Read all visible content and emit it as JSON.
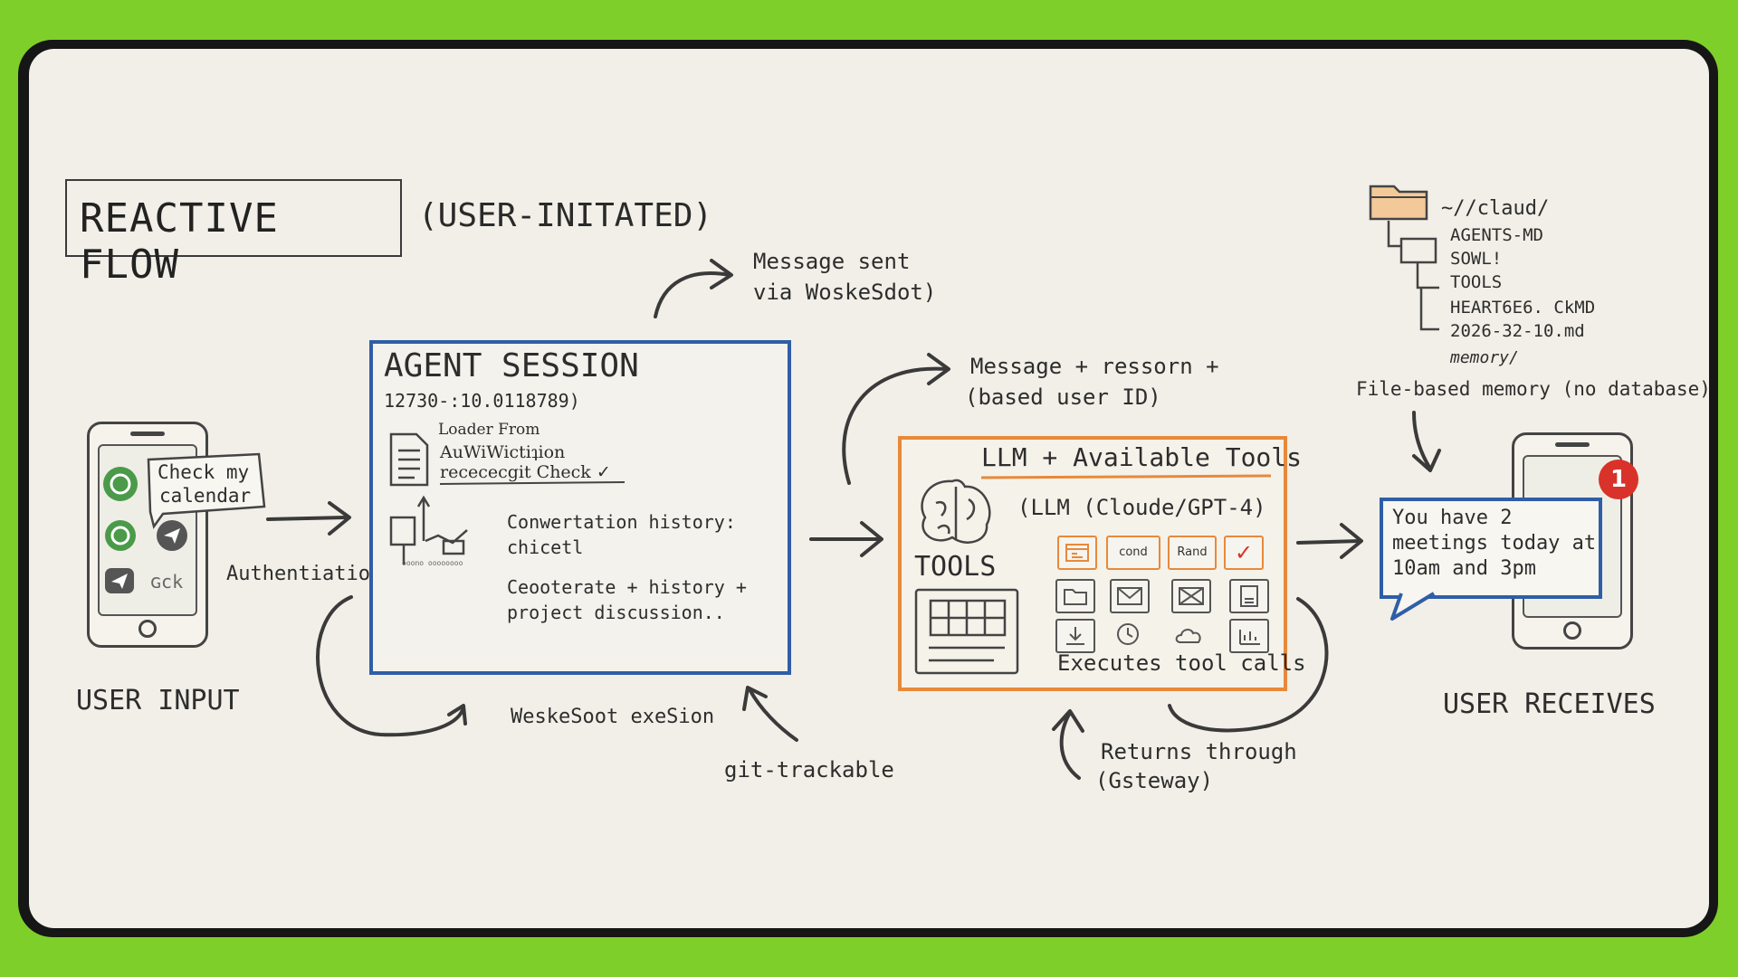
{
  "title": "REACTIVE FLOW",
  "subtitle": "(USER-INITATED)",
  "user_input": {
    "label": "USER INPUT",
    "bubble": [
      "Check my",
      "calendar"
    ],
    "icon_label": "ɢck"
  },
  "arrows": {
    "authentication": "Authentiation",
    "message_sent": [
      "Message sent",
      "via WoskeSdot)"
    ],
    "websocket_session": "WeskeSoot exeSion",
    "git_trackable": "git-trackable",
    "message_person": [
      "Message + ressorn +",
      "(based user ID)"
    ],
    "returns_gateway": [
      "Returns through",
      "(Gsteway)"
    ]
  },
  "agent_session": {
    "title": "AGENT SESSION",
    "id": "12730-:10.0118789)",
    "loaded_from": [
      "Loader From",
      "AuWiWictiʇion",
      "recececgit Check ✓"
    ],
    "conversation": [
      "Conwertation history:",
      "chicetl"
    ],
    "cooperate": [
      "Ceooterate + history +",
      "project discussion.."
    ],
    "doc_caption": "ooono oooooooo"
  },
  "llm_box": {
    "title": "LLM + Available Tools",
    "model": "(LLM (Cloude/GPT-4)",
    "tools_label": "TOOLS",
    "tiles_row1": [
      "",
      "cond",
      "Rand",
      "✓"
    ],
    "executes": "Executes tool calls"
  },
  "memory": {
    "path": "~//claud/",
    "files": [
      "AGENTS-MD",
      "SOWL!",
      "TOOLS",
      "HEART6E6. CkMD",
      "2026-32-10.md",
      "memory/"
    ],
    "caption": "File-based memory (no database)"
  },
  "user_receives": {
    "label": "USER RECEIVES",
    "message": [
      "You have 2",
      "meetings today at",
      "10am and 3pm"
    ],
    "badge": "1"
  },
  "colors": {
    "accent_blue": "#2f5ea8",
    "accent_orange": "#e8893a",
    "whatsapp_green": "#4a9a4a",
    "notification_red": "#d9322a"
  }
}
